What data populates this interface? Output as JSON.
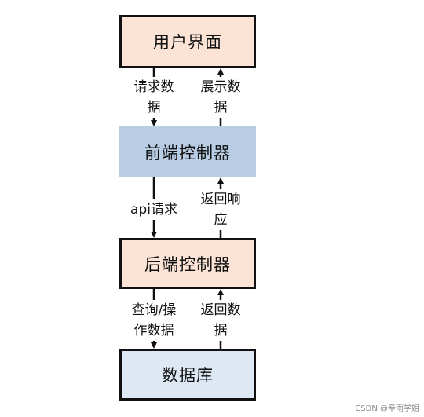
{
  "diagram": {
    "nodes": {
      "user_interface": {
        "label": "用户界面",
        "fill": "#fbe4d5",
        "border": "#111111"
      },
      "frontend_controller": {
        "label": "前端控制器",
        "fill": "#b8cce4",
        "border": "none"
      },
      "backend_controller": {
        "label": "后端控制器",
        "fill": "#fbe4d5",
        "border": "#111111"
      },
      "database": {
        "label": "数据库",
        "fill": "#dde8f4",
        "border": "#111111"
      }
    },
    "edges": {
      "ui_to_frontend": {
        "from": "用户界面",
        "to": "前端控制器",
        "label": "请求数\n据"
      },
      "frontend_to_ui": {
        "from": "前端控制器",
        "to": "用户界面",
        "label": "展示数\n据"
      },
      "frontend_to_backend": {
        "from": "前端控制器",
        "to": "后端控制器",
        "label": "api请求"
      },
      "backend_to_frontend": {
        "from": "后端控制器",
        "to": "前端控制器",
        "label": "返回响\n应"
      },
      "backend_to_database": {
        "from": "后端控制器",
        "to": "数据库",
        "label": "查询/操\n作数据"
      },
      "database_to_backend": {
        "from": "数据库",
        "to": "后端控制器",
        "label": "返回数\n据"
      }
    }
  },
  "watermark": "CSDN @辛雨学姐"
}
